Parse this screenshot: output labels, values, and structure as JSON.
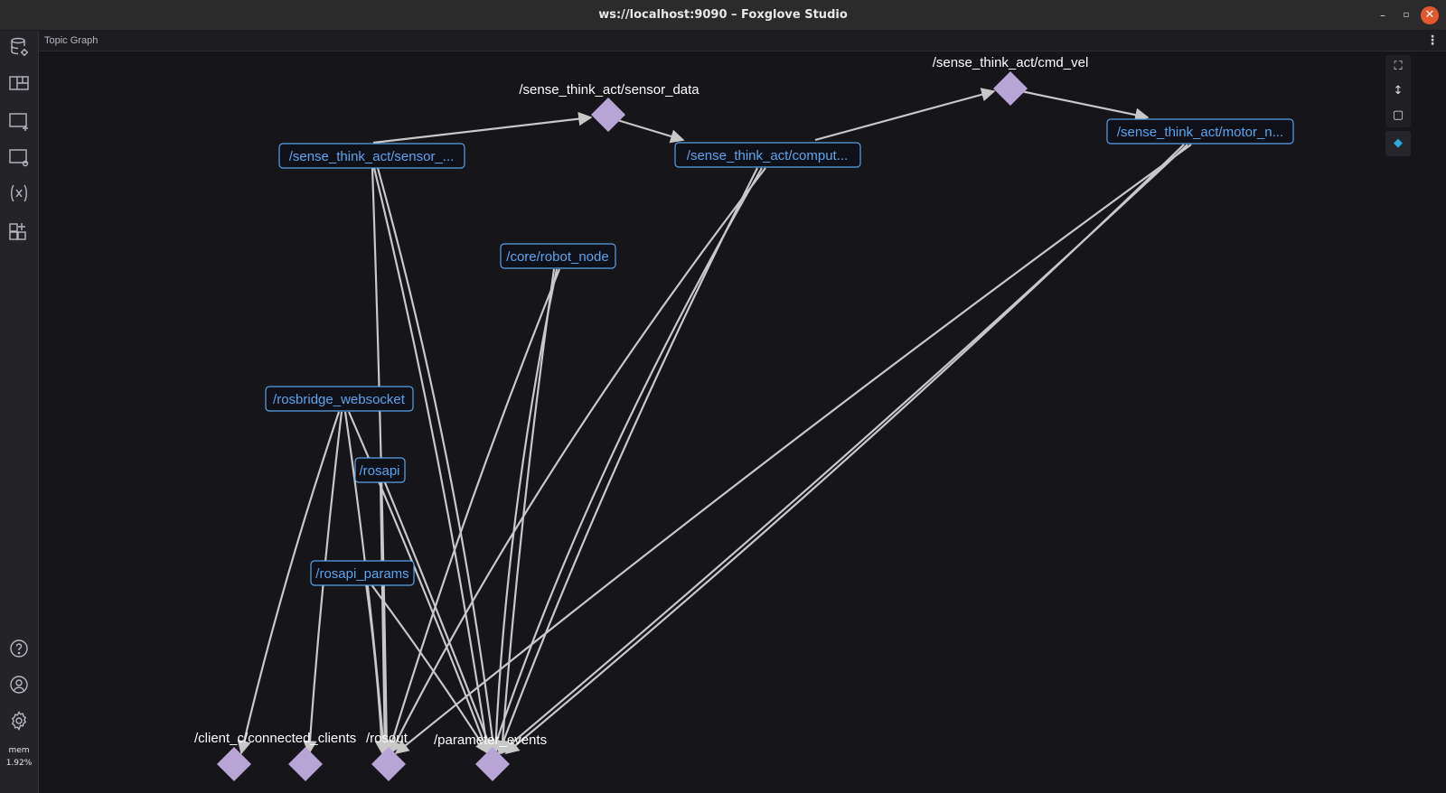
{
  "window": {
    "title": "ws://localhost:9090 – Foxglove Studio",
    "min_glyph": "–",
    "max_glyph": "▫",
    "close_glyph": "✕"
  },
  "sidebar": {
    "icons": [
      "data-source-icon",
      "layout-icon",
      "add-panel-icon",
      "panel-settings-icon",
      "variables-icon",
      "extensions-icon",
      "help-icon",
      "account-icon",
      "settings-icon"
    ],
    "mem_label": "mem",
    "mem_value": "1.92%"
  },
  "panel": {
    "title": "Topic Graph",
    "menu_glyph": "⋮"
  },
  "toolbar": {
    "fit_glyph": "⛶",
    "orientation_glyph": "↕",
    "select_glyph": "▢",
    "topic_toggle_glyph": "◆"
  },
  "graph": {
    "nodes": [
      {
        "id": "sensor_node",
        "label": "/sense_think_act/sensor_..."
      },
      {
        "id": "compute_node",
        "label": "/sense_think_act/comput..."
      },
      {
        "id": "motor_node",
        "label": "/sense_think_act/motor_n..."
      },
      {
        "id": "robot_node",
        "label": "/core/robot_node"
      },
      {
        "id": "rosbridge",
        "label": "/rosbridge_websocket"
      },
      {
        "id": "rosapi",
        "label": "/rosapi"
      },
      {
        "id": "rosapi_params",
        "label": "/rosapi_params"
      }
    ],
    "topics": [
      {
        "id": "sensor_data",
        "label": "/sense_think_act/sensor_data"
      },
      {
        "id": "cmd_vel",
        "label": "/sense_think_act/cmd_vel"
      },
      {
        "id": "connected_clients",
        "label": "/client_c/connected_clients"
      },
      {
        "id": "rosout",
        "label": "/rosout"
      },
      {
        "id": "parameter_events",
        "label": "/parameter_events"
      }
    ]
  },
  "colors": {
    "background": "#15151a",
    "node_border": "#5aa2e8",
    "node_text": "#5ba5ee",
    "topic_fill": "#b9a4d6",
    "edge": "#c8c8c8",
    "close_button": "#e2582d"
  }
}
